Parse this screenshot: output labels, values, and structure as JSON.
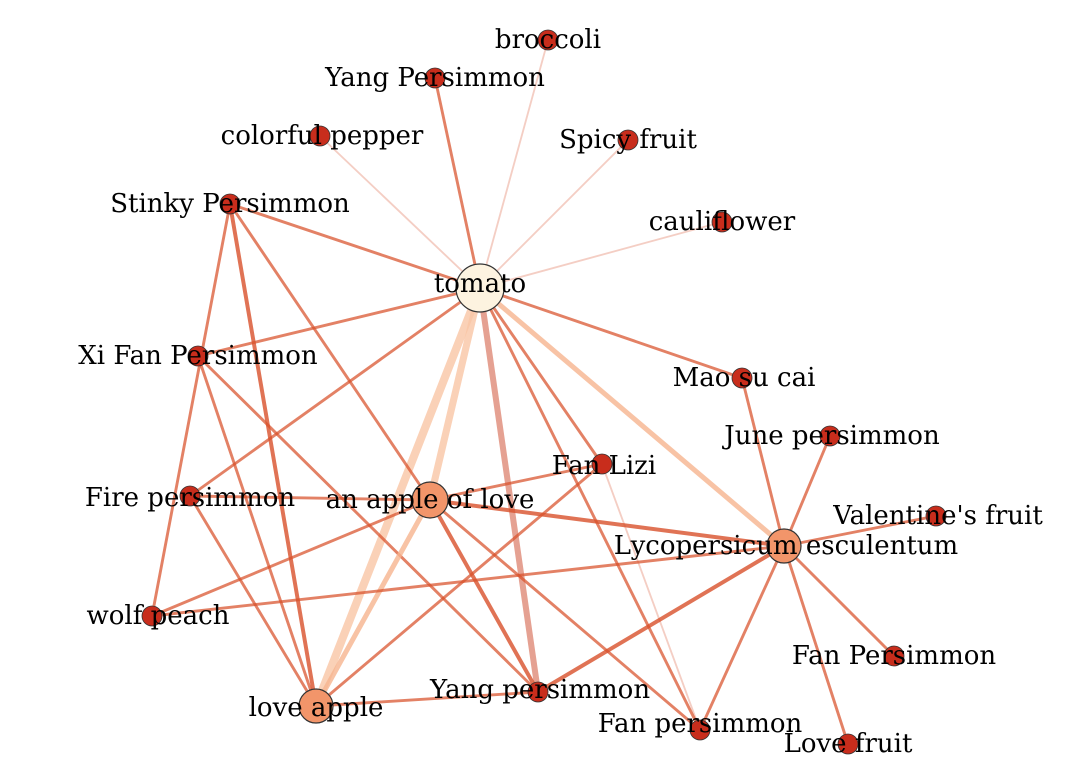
{
  "colors": {
    "background": "#ffffff",
    "node_hub": "#fdf3e0",
    "node_major": "#f2956a",
    "node_minor": "#c82d1c",
    "node_stroke": "#333333",
    "edge": "#d8502a"
  },
  "nodes": [
    {
      "id": "tomato",
      "label": "tomato",
      "kind": "hub"
    },
    {
      "id": "broccoli",
      "label": "broccoli",
      "kind": "minor"
    },
    {
      "id": "yang_persimmon_top",
      "label": "Yang Persimmon",
      "kind": "minor"
    },
    {
      "id": "colorful_pepper",
      "label": "colorful pepper",
      "kind": "minor"
    },
    {
      "id": "spicy_fruit",
      "label": "Spicy fruit",
      "kind": "minor"
    },
    {
      "id": "stinky_persimmon",
      "label": "Stinky Persimmon",
      "kind": "minor"
    },
    {
      "id": "cauliflower",
      "label": "cauliflower",
      "kind": "minor"
    },
    {
      "id": "xi_fan_persimmon",
      "label": "Xi Fan Persimmon",
      "kind": "minor"
    },
    {
      "id": "mao_su_cai",
      "label": "Mao su cai",
      "kind": "minor"
    },
    {
      "id": "june_persimmon",
      "label": "June persimmon",
      "kind": "minor"
    },
    {
      "id": "fan_lizi",
      "label": "Fan Lizi",
      "kind": "minor"
    },
    {
      "id": "fire_persimmon",
      "label": "Fire persimmon",
      "kind": "minor"
    },
    {
      "id": "apple_of_love",
      "label": "an apple of love",
      "kind": "major"
    },
    {
      "id": "valentines_fruit",
      "label": "Valentine's fruit",
      "kind": "minor"
    },
    {
      "id": "lycopersicum",
      "label": "Lycopersicum esculentum",
      "kind": "major"
    },
    {
      "id": "wolf_peach",
      "label": "wolf peach",
      "kind": "minor"
    },
    {
      "id": "fan_persimmon_cap",
      "label": "Fan Persimmon",
      "kind": "minor"
    },
    {
      "id": "yang_persimmon",
      "label": "Yang persimmon",
      "kind": "minor"
    },
    {
      "id": "love_apple",
      "label": "love apple",
      "kind": "major"
    },
    {
      "id": "fan_persimmon",
      "label": "Fan persimmon",
      "kind": "minor"
    },
    {
      "id": "love_fruit",
      "label": "Love fruit",
      "kind": "minor"
    }
  ],
  "edges": [
    {
      "source": "tomato",
      "target": "broccoli",
      "weight": 1
    },
    {
      "source": "tomato",
      "target": "yang_persimmon_top",
      "weight": 2
    },
    {
      "source": "tomato",
      "target": "colorful_pepper",
      "weight": 1
    },
    {
      "source": "tomato",
      "target": "spicy_fruit",
      "weight": 1
    },
    {
      "source": "tomato",
      "target": "cauliflower",
      "weight": 1
    },
    {
      "source": "tomato",
      "target": "stinky_persimmon",
      "weight": 2
    },
    {
      "source": "tomato",
      "target": "xi_fan_persimmon",
      "weight": 2
    },
    {
      "source": "tomato",
      "target": "mao_su_cai",
      "weight": 2
    },
    {
      "source": "tomato",
      "target": "fire_persimmon",
      "weight": 2
    },
    {
      "source": "tomato",
      "target": "apple_of_love",
      "weight": 6
    },
    {
      "source": "tomato",
      "target": "love_apple",
      "weight": 7
    },
    {
      "source": "tomato",
      "target": "lycopersicum",
      "weight": 4
    },
    {
      "source": "tomato",
      "target": "yang_persimmon",
      "weight": 5
    },
    {
      "source": "tomato",
      "target": "fan_persimmon",
      "weight": 2
    },
    {
      "source": "tomato",
      "target": "fan_lizi",
      "weight": 2
    },
    {
      "source": "stinky_persimmon",
      "target": "love_apple",
      "weight": 3
    },
    {
      "source": "stinky_persimmon",
      "target": "apple_of_love",
      "weight": 2
    },
    {
      "source": "stinky_persimmon",
      "target": "wolf_peach",
      "weight": 2
    },
    {
      "source": "xi_fan_persimmon",
      "target": "love_apple",
      "weight": 2
    },
    {
      "source": "xi_fan_persimmon",
      "target": "yang_persimmon",
      "weight": 2
    },
    {
      "source": "fire_persimmon",
      "target": "apple_of_love",
      "weight": 2
    },
    {
      "source": "fire_persimmon",
      "target": "love_apple",
      "weight": 2
    },
    {
      "source": "apple_of_love",
      "target": "fan_lizi",
      "weight": 2
    },
    {
      "source": "apple_of_love",
      "target": "lycopersicum",
      "weight": 3
    },
    {
      "source": "apple_of_love",
      "target": "love_apple",
      "weight": 4
    },
    {
      "source": "apple_of_love",
      "target": "wolf_peach",
      "weight": 2
    },
    {
      "source": "apple_of_love",
      "target": "yang_persimmon",
      "weight": 3
    },
    {
      "source": "apple_of_love",
      "target": "fan_persimmon",
      "weight": 2
    },
    {
      "source": "fan_lizi",
      "target": "love_apple",
      "weight": 2
    },
    {
      "source": "fan_lizi",
      "target": "fan_persimmon",
      "weight": 1
    },
    {
      "source": "wolf_peach",
      "target": "lycopersicum",
      "weight": 2
    },
    {
      "source": "love_apple",
      "target": "yang_persimmon",
      "weight": 2
    },
    {
      "source": "yang_persimmon",
      "target": "lycopersicum",
      "weight": 3
    },
    {
      "source": "mao_su_cai",
      "target": "lycopersicum",
      "weight": 2
    },
    {
      "source": "june_persimmon",
      "target": "lycopersicum",
      "weight": 2
    },
    {
      "source": "valentines_fruit",
      "target": "lycopersicum",
      "weight": 2
    },
    {
      "source": "fan_persimmon_cap",
      "target": "lycopersicum",
      "weight": 2
    },
    {
      "source": "love_fruit",
      "target": "lycopersicum",
      "weight": 2
    },
    {
      "source": "fan_persimmon",
      "target": "lycopersicum",
      "weight": 2
    }
  ]
}
